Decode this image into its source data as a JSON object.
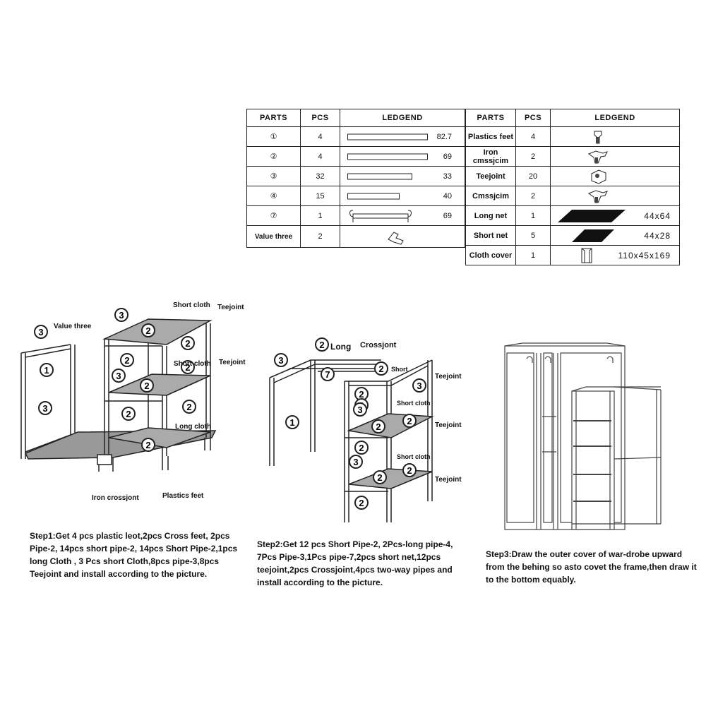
{
  "table_left": {
    "headers": [
      "PARTS",
      "PCS",
      "LEDGEND"
    ],
    "rows": [
      {
        "part": "①",
        "pcs": "4",
        "length": "82.7"
      },
      {
        "part": "②",
        "pcs": "4",
        "length": "69"
      },
      {
        "part": "③",
        "pcs": "32",
        "length": "33"
      },
      {
        "part": "④",
        "pcs": "15",
        "length": "40"
      },
      {
        "part": "⑦",
        "pcs": "1",
        "length": "69"
      },
      {
        "part": "Value three",
        "pcs": "2",
        "length": ""
      }
    ]
  },
  "table_right": {
    "headers": [
      "PARTS",
      "PCS",
      "LEDGEND"
    ],
    "rows": [
      {
        "part": "Plastics feet",
        "pcs": "4",
        "dims": ""
      },
      {
        "part": "Iron cmssjcim",
        "pcs": "2",
        "dims": ""
      },
      {
        "part": "Teejoint",
        "pcs": "20",
        "dims": ""
      },
      {
        "part": "Cmssjcim",
        "pcs": "2",
        "dims": ""
      },
      {
        "part": "Long net",
        "pcs": "1",
        "dims": "44x64"
      },
      {
        "part": "Short net",
        "pcs": "5",
        "dims": "44x28"
      },
      {
        "part": "Cloth cover",
        "pcs": "1",
        "dims": "110x45x169"
      }
    ]
  },
  "figure1": {
    "labels": {
      "value_three": "Value three",
      "short_cloth": "Short cloth",
      "teejoint_a": "Teejoint",
      "teejoint_b": "Teejoint",
      "short_cloth_b": "Short cloth",
      "long_cloth": "Long cloth",
      "iron_crossjont": "Iron crossjont",
      "plastics_feet": "Plastics feet"
    },
    "numbers": [
      "3",
      "1",
      "3",
      "3",
      "2",
      "2",
      "2",
      "3",
      "2",
      "2",
      "2",
      "2",
      "2"
    ]
  },
  "figure2": {
    "labels": {
      "long": "Long",
      "crossjont": "Crossjont",
      "short": "Short",
      "teejoint_a": "Teejoint",
      "short_cloth_a": "Short cloth",
      "teejoint_b": "Teejoint",
      "short_cloth_b": "Short cloth",
      "teejoint_c": "Teejoint"
    }
  },
  "steps": {
    "step1": "Step1:Get 4 pcs plastic leot,2pcs Cross feet, 2pcs Pipe-2, 14pcs short pipe-2, 14pcs Short Pipe-2,1pcs long Cloth , 3 Pcs short Cloth,8pcs pipe-3,8pcs Teejoint and install according to the picture.",
    "step2": "Step2:Get 12 pcs Short Pipe-2, 2Pcs-long pipe-4, 7Pcs Pipe-3,1Pcs pipe-7,2pcs short net,12pcs teejoint,2pcs Crossjoint,4pcs two-way pipes and install according to the picture.",
    "step3": "Step3:Draw the outer cover of war-drobe upward from the behing so asto covet the frame,then draw it to the bottom equably."
  }
}
